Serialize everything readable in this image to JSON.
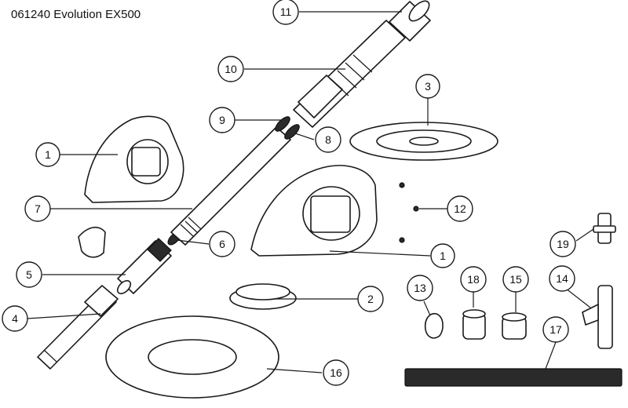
{
  "title": "061240 Evolution EX500",
  "callouts": [
    {
      "id": "c11",
      "label": "11"
    },
    {
      "id": "c10",
      "label": "10"
    },
    {
      "id": "c3",
      "label": "3"
    },
    {
      "id": "c9",
      "label": "9"
    },
    {
      "id": "c8",
      "label": "8"
    },
    {
      "id": "c1a",
      "label": "1"
    },
    {
      "id": "c7",
      "label": "7"
    },
    {
      "id": "c12",
      "label": "12"
    },
    {
      "id": "c6",
      "label": "6"
    },
    {
      "id": "c1b",
      "label": "1"
    },
    {
      "id": "c19",
      "label": "19"
    },
    {
      "id": "c5",
      "label": "5"
    },
    {
      "id": "c14",
      "label": "14"
    },
    {
      "id": "c13",
      "label": "13"
    },
    {
      "id": "c18",
      "label": "18"
    },
    {
      "id": "c15",
      "label": "15"
    },
    {
      "id": "c2",
      "label": "2"
    },
    {
      "id": "c4",
      "label": "4"
    },
    {
      "id": "c17",
      "label": "17"
    },
    {
      "id": "c16",
      "label": "16"
    }
  ]
}
